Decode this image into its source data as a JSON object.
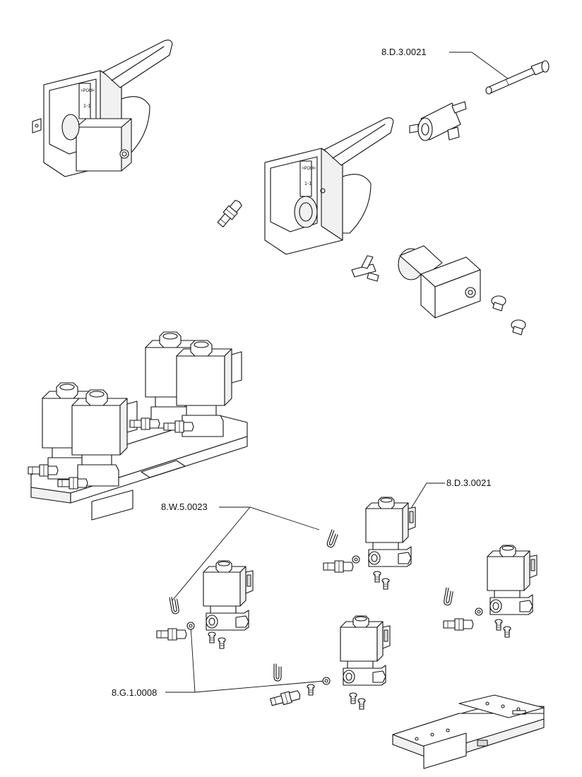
{
  "callouts": {
    "top_part": "8.D.3.0021",
    "valve_part": "8.D.3.0021",
    "clip_part": "8.W.5.0023",
    "washer_part": "8.G.1.0008"
  }
}
